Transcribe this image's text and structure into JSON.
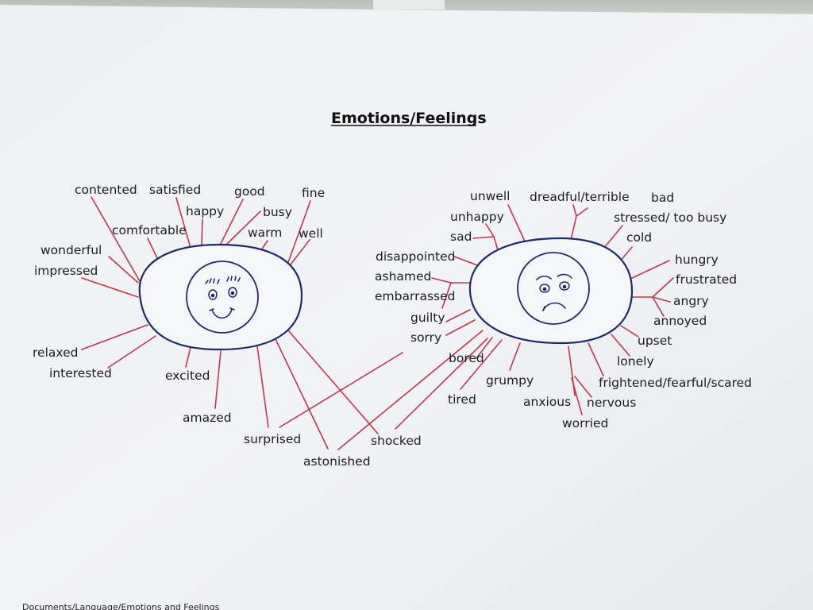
{
  "title": "Emotions/Feelings",
  "happy_words": {
    "contented": "contented",
    "satisfied": "satisfied",
    "good": "good",
    "fine": "fine",
    "happy": "happy",
    "busy": "busy",
    "comfortable": "comfortable",
    "warm": "warm",
    "well": "well",
    "wonderful": "wonderful",
    "impressed": "impressed",
    "relaxed": "relaxed",
    "interested": "interested",
    "excited": "excited",
    "amazed": "amazed",
    "surprised": "surprised",
    "astonished": "astonished",
    "shocked": "shocked"
  },
  "sad_words": {
    "unwell": "unwell",
    "dreadful": "dreadful/terrible",
    "bad": "bad",
    "unhappy": "unhappy",
    "stressed": "stressed/ too busy",
    "sad": "sad",
    "cold": "cold",
    "disappointed": "disappointed",
    "hungry": "hungry",
    "ashamed": "ashamed",
    "frustrated": "frustrated",
    "embarrassed": "embarrassed",
    "angry": "angry",
    "guilty": "guilty",
    "annoyed": "annoyed",
    "sorry": "sorry",
    "upset": "upset",
    "bored": "bored",
    "lonely": "lonely",
    "grumpy": "grumpy",
    "frightened": "frightened/fearful/scared",
    "tired": "tired",
    "anxious": "anxious",
    "nervous": "nervous",
    "worried": "worried"
  },
  "footer": "Documents/Language/Emotions and Feelings",
  "colors": {
    "spoke": "#c2374a",
    "ink": "#1e2a6e",
    "paper": "#f5f6f8"
  }
}
